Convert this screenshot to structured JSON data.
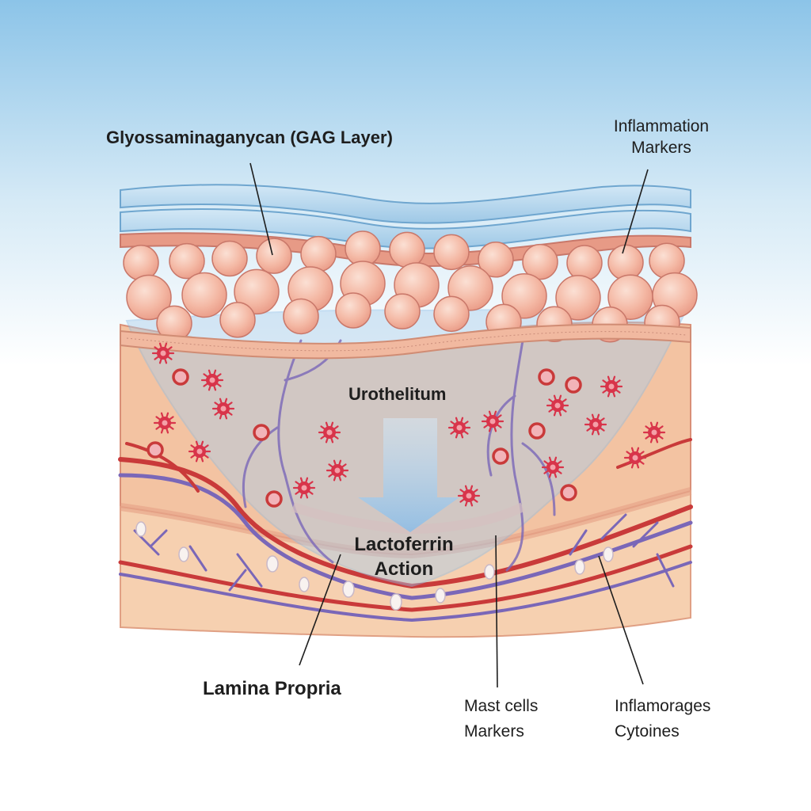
{
  "labels": {
    "gag_layer": "Glyossaminaganycan (GAG Layer)",
    "inflammation_markers_1": "Inflammation",
    "inflammation_markers_2": "Markers",
    "urothelium": "Urothelitum",
    "lactoferrin_1": "Lactoferrin",
    "lactoferrin_2": "Action",
    "lamina_propria": "Lamina Propria",
    "mast_cells_1": "Mast cells",
    "mast_cells_2": "Markers",
    "inflamorages_1": "Inflamorages",
    "inflamorages_2": "Cytoines"
  },
  "colors": {
    "sky": "#8cc4e8",
    "gag": "#b8d8ee",
    "cell": "#f4b8a4",
    "cell_edge": "#c9786a",
    "tissue": "#f5c8a8",
    "vessel_red": "#c93a3a",
    "vessel_purple": "#7a67b8",
    "marker": "#d8344a",
    "arrow": "#a9cdeb"
  },
  "icons": {
    "arrow": "down-arrow-icon",
    "marker": "inflammation-cell-icon"
  }
}
